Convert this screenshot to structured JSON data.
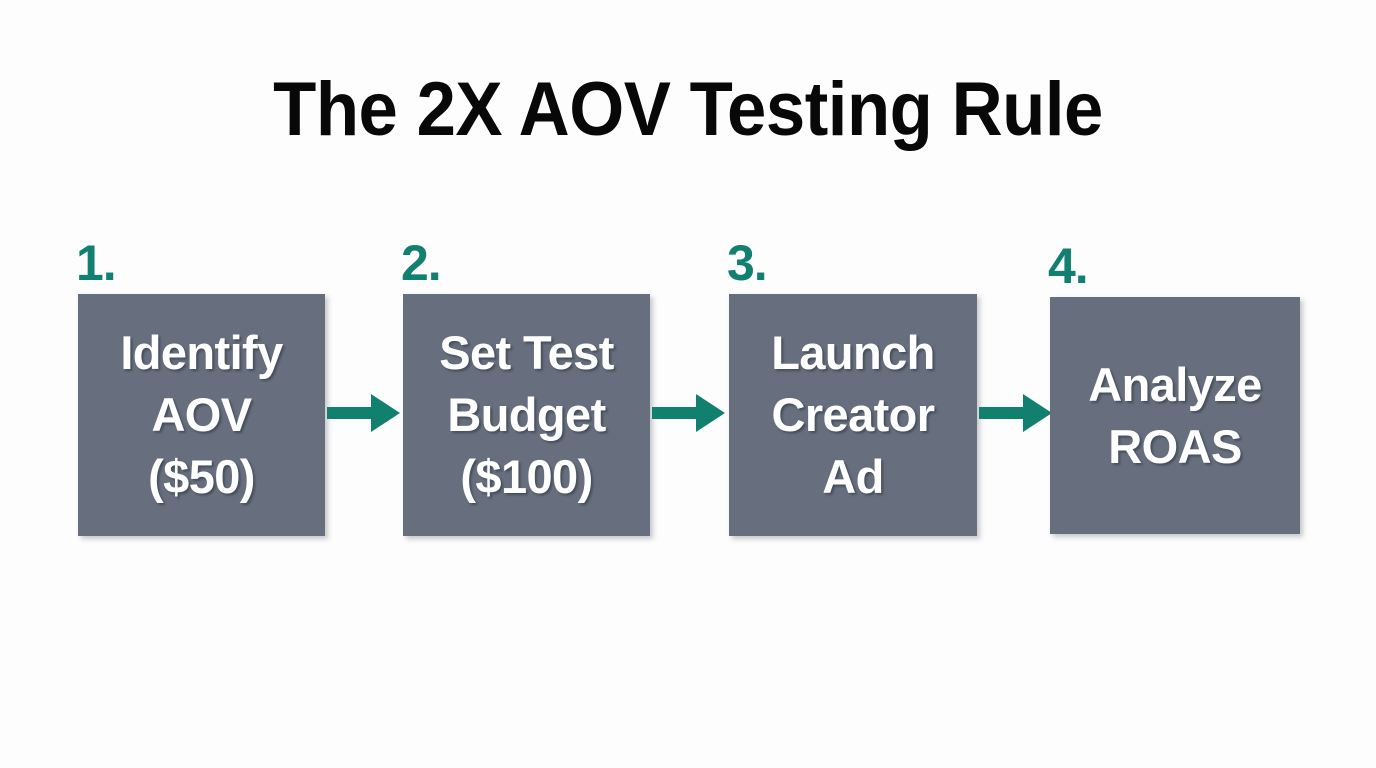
{
  "slide": {
    "title": "The 2X AOV Testing Rule",
    "background_color": "#fdfdfd",
    "accent_color": "#128071",
    "box_color": "#676f7e",
    "box_text_color": "#ffffff",
    "title_color": "#080808"
  },
  "flow": {
    "steps": [
      {
        "number": "1.",
        "label": "Identify\nAOV\n($50)",
        "lines": [
          "Identify",
          "AOV",
          "($50)"
        ]
      },
      {
        "number": "2.",
        "label": "Set Test\nBudget\n($100)",
        "lines": [
          "Set Test",
          "Budget",
          "($100)"
        ]
      },
      {
        "number": "3.",
        "label": "Launch\nCreator\nAd",
        "lines": [
          "Launch",
          "Creator",
          "Ad"
        ]
      },
      {
        "number": "4.",
        "label": "Analyze\nROAS",
        "lines": [
          "Analyze",
          "ROAS"
        ]
      }
    ],
    "connectors": [
      {
        "icon": "arrow-right-icon",
        "from": "1",
        "to": "2"
      },
      {
        "icon": "arrow-right-icon",
        "from": "2",
        "to": "3"
      },
      {
        "icon": "arrow-right-icon",
        "from": "3",
        "to": "4"
      }
    ]
  }
}
